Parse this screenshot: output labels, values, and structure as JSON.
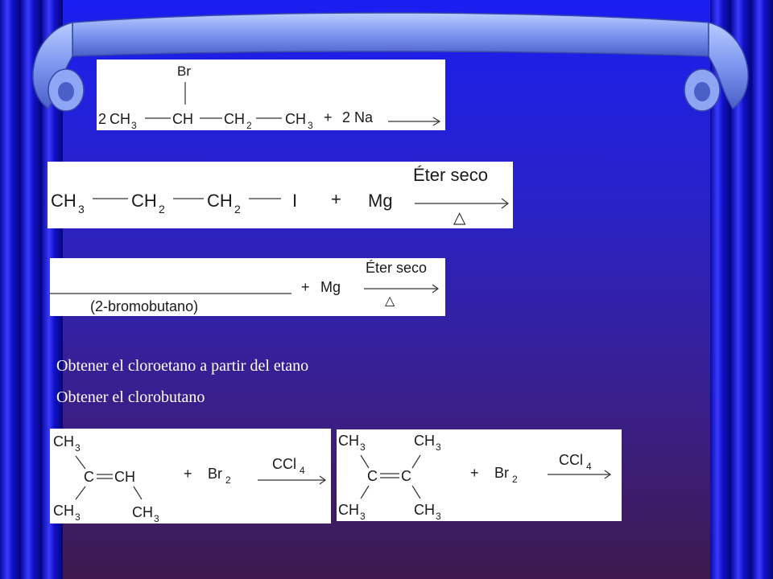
{
  "slide": {
    "reaction1": {
      "sub": "Br",
      "coef": "2",
      "g1": "CH",
      "g1sub": "3",
      "g2": "CH",
      "g3": "CH",
      "g3sub": "2",
      "g4": "CH",
      "g4sub": "3",
      "plus": "+",
      "reagent": "2 Na"
    },
    "reaction2": {
      "g1": "CH",
      "g1sub": "3",
      "g2": "CH",
      "g2sub": "2",
      "g3": "CH",
      "g3sub": "2",
      "halogen": "I",
      "plus": "+",
      "reagent": "Mg",
      "condition": "Éter seco",
      "heat": "△"
    },
    "reaction3": {
      "name": "(2-bromobutano)",
      "plus": "+",
      "reagent": "Mg",
      "condition": "Éter seco",
      "heat": "△"
    },
    "tasks": [
      "Obtener el cloroetano a partir del etano",
      "Obtener el clorobutano"
    ],
    "reaction4": {
      "top": "CH",
      "topsub": "3",
      "carbon": "C",
      "ch": "CH",
      "bottom_left": "CH",
      "bottom_left_sub": "3",
      "bottom_right": "CH",
      "bottom_right_sub": "3",
      "plus": "+",
      "reagent": "Br",
      "reagent_sub": "2",
      "solvent": "CCl",
      "solvent_sub": "4"
    },
    "reaction5": {
      "tl": "CH",
      "tlsub": "3",
      "tr": "CH",
      "trsub": "3",
      "c1": "C",
      "c2": "C",
      "bl": "CH",
      "blsub": "3",
      "br": "CH",
      "brsub": "3",
      "plus": "+",
      "reagent": "Br",
      "reagent_sub": "2",
      "solvent": "CCl",
      "solvent_sub": "4"
    }
  }
}
